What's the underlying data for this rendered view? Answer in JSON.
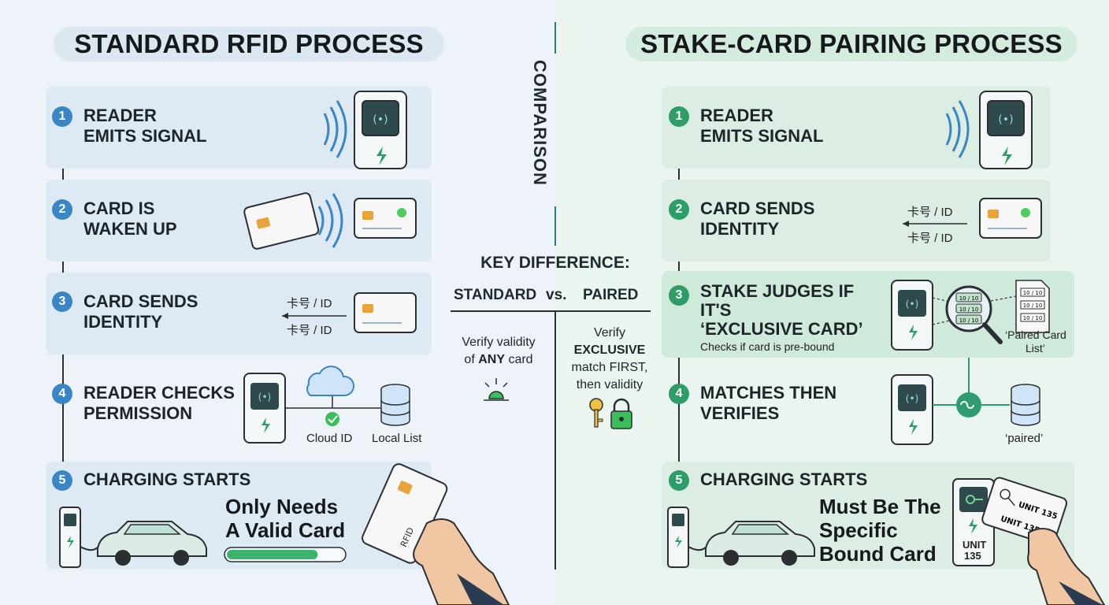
{
  "left": {
    "title": "STANDARD RFID PROCESS",
    "steps": [
      {
        "num": "1",
        "text": "READER\nEMITS SIGNAL"
      },
      {
        "num": "2",
        "text": "CARD IS\nWAKEN UP"
      },
      {
        "num": "3",
        "text": "CARD SENDS\nIDENTITY"
      },
      {
        "num": "4",
        "text": "READER CHECKS\nPERMISSION"
      },
      {
        "num": "5",
        "text": "CHARGING STARTS"
      }
    ],
    "id_arrow_label_1": "卡号 / ID",
    "id_arrow_label_2": "卡号 / ID",
    "cloud_label": "Cloud ID",
    "local_label": "Local List",
    "slogan_line1": "Only Needs",
    "slogan_line2": "A Valid Card",
    "card_text": "RFID",
    "progress_fraction": 0.78
  },
  "middle": {
    "vertical_label": "COMPARISON",
    "key_title": "KEY DIFFERENCE:",
    "standard_label": "STANDARD",
    "vs_label": "vs.",
    "paired_label": "PAIRED",
    "left_desc_1": "Verify validity",
    "left_desc_2": "of ",
    "left_desc_bold": "ANY",
    "left_desc_3": " card",
    "right_desc_1": "Verify",
    "right_desc_bold": "EXCLUSIVE",
    "right_desc_2": "match FIRST,",
    "right_desc_3": "then validity"
  },
  "right": {
    "title": "STAKE-CARD PAIRING PROCESS",
    "steps": [
      {
        "num": "1",
        "text": "READER\nEMITS SIGNAL"
      },
      {
        "num": "2",
        "text": "CARD SENDS\nIDENTITY"
      },
      {
        "num": "3",
        "text": "STAKE JUDGES IF\nIT'S\n‘EXCLUSIVE CARD’"
      },
      {
        "num": "4",
        "text": "MATCHES THEN\nVERIFIES"
      },
      {
        "num": "5",
        "text": "CHARGING STARTS"
      }
    ],
    "step3_sub": "Checks if card is pre-bound",
    "id_arrow_label_1": "卡号 / ID",
    "id_arrow_label_2": "卡号 / ID",
    "paired_list_label_1": "‘Paired Card",
    "paired_list_label_2": "List’",
    "paired_db_label": "‘paired’",
    "list_item": "10 / 10",
    "slogan_line1": "Must Be The",
    "slogan_line2": "Specific",
    "slogan_line3": "Bound Card",
    "unit_label_1": "UNIT",
    "unit_label_2": "135",
    "card_unit_1": "UNIT 135",
    "card_unit_2": "UNIT 135"
  },
  "colors": {
    "blue_accent": "#3a85c4",
    "green_accent": "#2f9d67",
    "teal_line": "#2d7a76"
  }
}
